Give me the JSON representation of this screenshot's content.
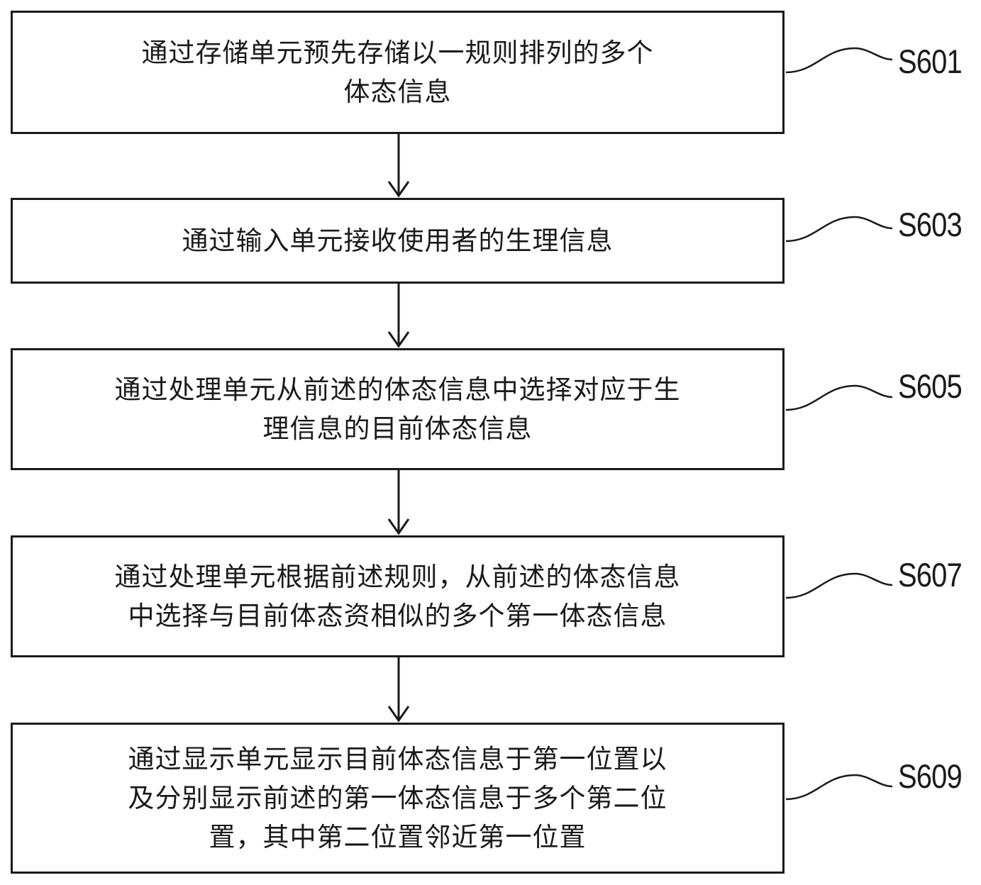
{
  "steps": [
    {
      "id": "S601",
      "text": "通过存储单元预先存储以一规则排列的多个\n体态信息"
    },
    {
      "id": "S603",
      "text": "通过输入单元接收使用者的生理信息"
    },
    {
      "id": "S605",
      "text": "通过处理单元从前述的体态信息中选择对应于生\n理信息的目前体态信息"
    },
    {
      "id": "S607",
      "text": "通过处理单元根据前述规则，从前述的体态信息\n中选择与目前体态资相似的多个第一体态信息"
    },
    {
      "id": "S609",
      "text": "通过显示单元显示目前体态信息于第一位置以\n及分别显示前述的第一体态信息于多个第二位\n置，其中第二位置邻近第一位置"
    }
  ]
}
